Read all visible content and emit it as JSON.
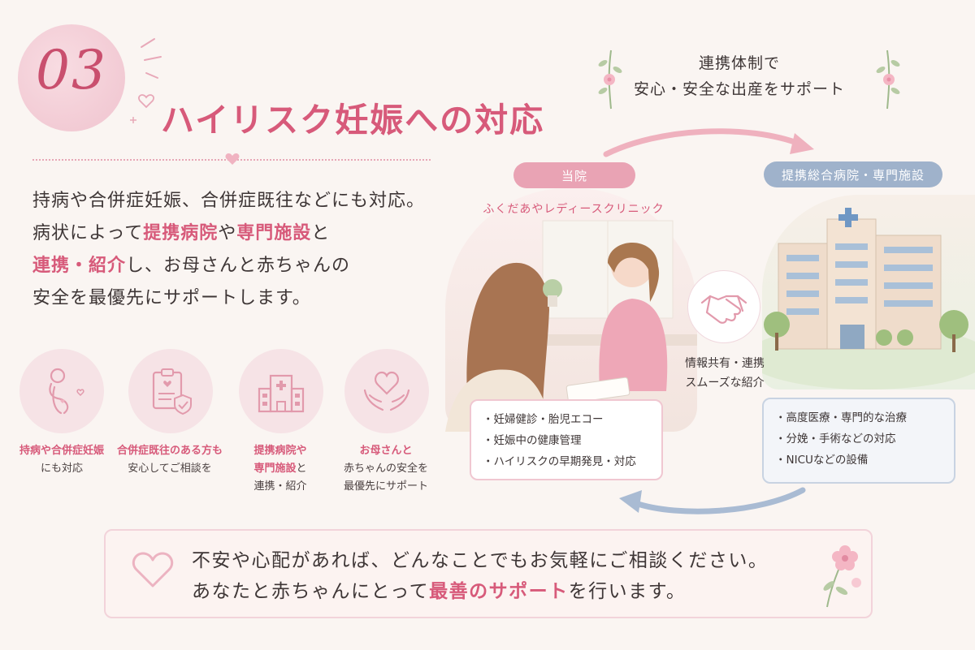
{
  "header": {
    "number": "03",
    "title": "ハイリスク妊娠への対応"
  },
  "intro": {
    "line1": "持病や合併症妊娠、合併症既往などにも対応。",
    "line2_pre": "病状によって",
    "line2_hl1": "提携病院",
    "line2_mid": "や",
    "line2_hl2": "専門施設",
    "line2_post": "と",
    "line3_hl": "連携・紹介",
    "line3_post": "し、お母さんと赤ちゃんの",
    "line4": "安全を最優先にサポートします。"
  },
  "features": [
    {
      "icon": "pregnant-woman-icon",
      "line1": "持病や合併症妊娠",
      "line2": "にも対応"
    },
    {
      "icon": "clipboard-shield-icon",
      "line1": "合併症既往のある方も",
      "line2": "安心してご相談を"
    },
    {
      "icon": "hospital-building-icon",
      "line1": "提携病院や",
      "line2a": "専門施設",
      "line2b": "と",
      "line3": "連携・紹介"
    },
    {
      "icon": "heart-hands-icon",
      "line1": "お母さんと",
      "line2": "赤ちゃんの安全を",
      "line3": "最優先にサポート"
    }
  ],
  "diagram": {
    "caption_line1": "連携体制で",
    "caption_line2": "安心・安全な出産をサポート",
    "clinic_pill": "当院",
    "clinic_name": "ふくだあやレディースクリニック",
    "partner_pill": "提携総合病院・専門施設",
    "link_line1": "情報共有・連携",
    "link_line2": "スムーズな紹介",
    "clinic_items": [
      "・妊婦健診・胎児エコー",
      "・妊娠中の健康管理",
      "・ハイリスクの早期発見・対応"
    ],
    "partner_items": [
      "・高度医療・専門的な治療",
      "・分娩・手術などの対応",
      "・NICUなどの設備"
    ]
  },
  "message": {
    "line1": "不安や心配があれば、どんなことでもお気軽にご相談ください。",
    "line2_pre": "あなたと赤ちゃんにとって",
    "line2_hl": "最善のサポート",
    "line2_post": "を行います。"
  },
  "colors": {
    "accent_pink": "#d75a7a",
    "pill_pink": "#e9a3b4",
    "pill_blue": "#9fb2cb",
    "arrow_pink": "#efb1be",
    "arrow_blue": "#a9bbd3"
  }
}
